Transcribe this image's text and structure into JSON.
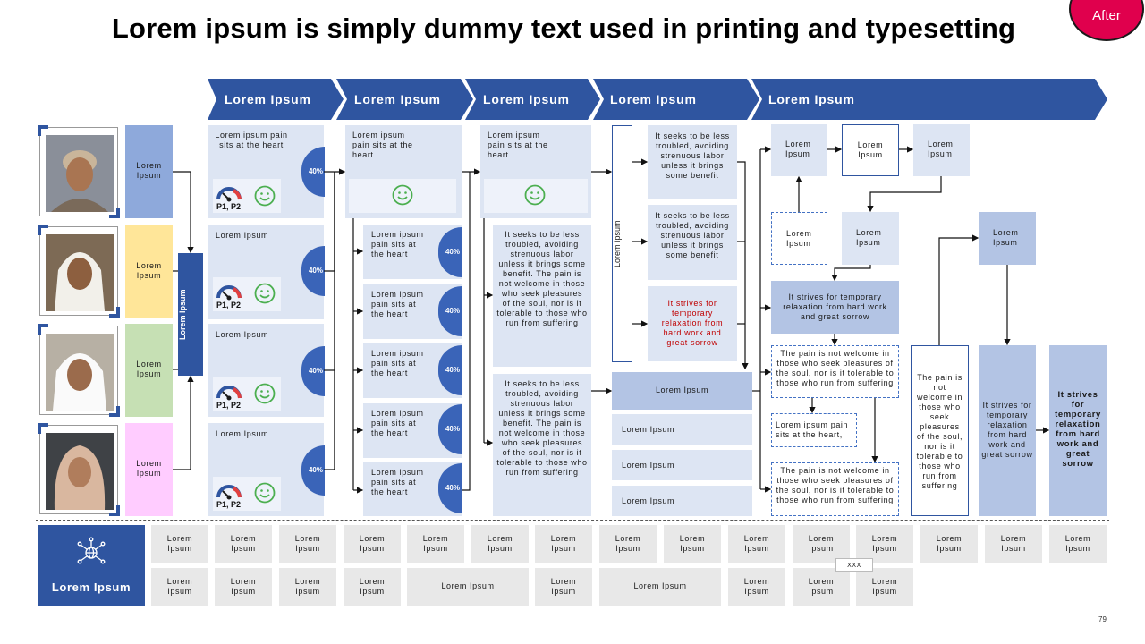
{
  "title": "Lorem ipsum is simply dummy text used in printing and typesetting",
  "badge": "After",
  "chevrons": [
    "Lorem Ipsum",
    "Lorem Ipsum",
    "Lorem Ipsum",
    "Lorem Ipsum",
    "Lorem Ipsum"
  ],
  "people_labels": [
    "Lorem Ipsum",
    "Lorem Ipsum",
    "Lorem Ipsum",
    "Lorem Ipsum"
  ],
  "colors": {
    "dark_blue": "#2f55a0",
    "label_blue": "#8ea9db",
    "label_yellow": "#ffe699",
    "label_green": "#c6e0b4",
    "label_pink": "#ffccff",
    "smiley_green": "#4caf50",
    "badge_red": "#e0004d"
  },
  "hub_label": "Lorem Ipsum",
  "col1": [
    {
      "text": "Lorem ipsum pain sits at the heart",
      "pct": "40%",
      "pp": "P1, P2"
    },
    {
      "text": "Lorem Ipsum",
      "pct": "40%",
      "pp": "P1, P2"
    },
    {
      "text": "Lorem Ipsum",
      "pct": "40%",
      "pp": "P1, P2"
    },
    {
      "text": "Lorem Ipsum",
      "pct": "40%",
      "pp": "P1, P2"
    }
  ],
  "col2_top": "Lorem ipsum pain sits at the heart",
  "col2_items": [
    {
      "text": "Lorem ipsum pain sits at the heart",
      "pct": "40%"
    },
    {
      "text": "Lorem ipsum pain sits at the heart",
      "pct": "40%"
    },
    {
      "text": "Lorem ipsum pain sits at the heart",
      "pct": "40%"
    },
    {
      "text": "Lorem ipsum pain sits at the heart",
      "pct": "40%"
    },
    {
      "text": "Lorem ipsum pain sits at the heart",
      "pct": "40%"
    }
  ],
  "col3_top": "Lorem ipsum pain sits at the heart",
  "col3_text1": "It seeks to be less troubled, avoiding strenuous labor unless it brings some benefit. The pain is not welcome in those who seek pleasures of the soul, nor is it tolerable to those who run from suffering",
  "col3_text2": "It seeks to be less troubled, avoiding strenuous labor unless it brings some benefit. The pain is not welcome in those who seek pleasures of the soul, nor is it tolerable to those who run from suffering",
  "col4_vertical": "Lorem Ipsum",
  "col4_items": [
    "It seeks to be less troubled, avoiding strenuous labor unless it brings some benefit",
    "It seeks to be less troubled, avoiding strenuous labor unless it brings some benefit",
    "It strives for temporary relaxation from hard work and great sorrow"
  ],
  "col4_bottom": [
    "Lorem Ipsum",
    "Lorem Ipsum",
    "Lorem Ipsum",
    "Lorem Ipsum"
  ],
  "col5": {
    "top_row": [
      "Lorem Ipsum",
      "Lorem Ipsum",
      "Lorem Ipsum"
    ],
    "mid_dashed": "Lorem Ipsum",
    "mid_box": "Lorem Ipsum",
    "right_box": "Lorem Ipsum",
    "strives": "It strives for temporary relaxation from hard work and great sorrow",
    "pain1": "The pain is not welcome in those who seek pleasures of the soul, nor is it tolerable to those who run from suffering",
    "pain_small": "Lorem ipsum pain sits at the heart,",
    "pain2": "The pain is not welcome in those who seek pleasures of the soul, nor is it tolerable to those who run from suffering",
    "pain_tall": "The pain is not welcome in those who seek pleasures of the soul, nor is it tolerable to those who run from suffering",
    "strives_small": "It strives for temporary relaxation from hard work and great sorrow",
    "strives_bold": "It strives for temporary relaxation from hard work and great sorrow"
  },
  "footer_label": "Lorem Ipsum",
  "footer_row1": [
    "Lorem Ipsum",
    "Lorem Ipsum",
    "Lorem Ipsum",
    "Lorem Ipsum",
    "Lorem Ipsum",
    "Lorem Ipsum",
    "Lorem Ipsum",
    "Lorem Ipsum",
    "Lorem Ipsum",
    "Lorem Ipsum",
    "Lorem Ipsum",
    "Lorem Ipsum",
    "Lorem Ipsum",
    "Lorem Ipsum",
    "Lorem Ipsum"
  ],
  "footer_row2": [
    "Lorem Ipsum",
    "Lorem Ipsum",
    "Lorem Ipsum",
    "Lorem Ipsum",
    "Lorem Ipsum",
    "Lorem Ipsum",
    "Lorem Ipsum",
    "Lorem Ipsum",
    "Lorem Ipsum",
    "Lorem Ipsum"
  ],
  "footer_tag": "XXX",
  "page_number": "79"
}
